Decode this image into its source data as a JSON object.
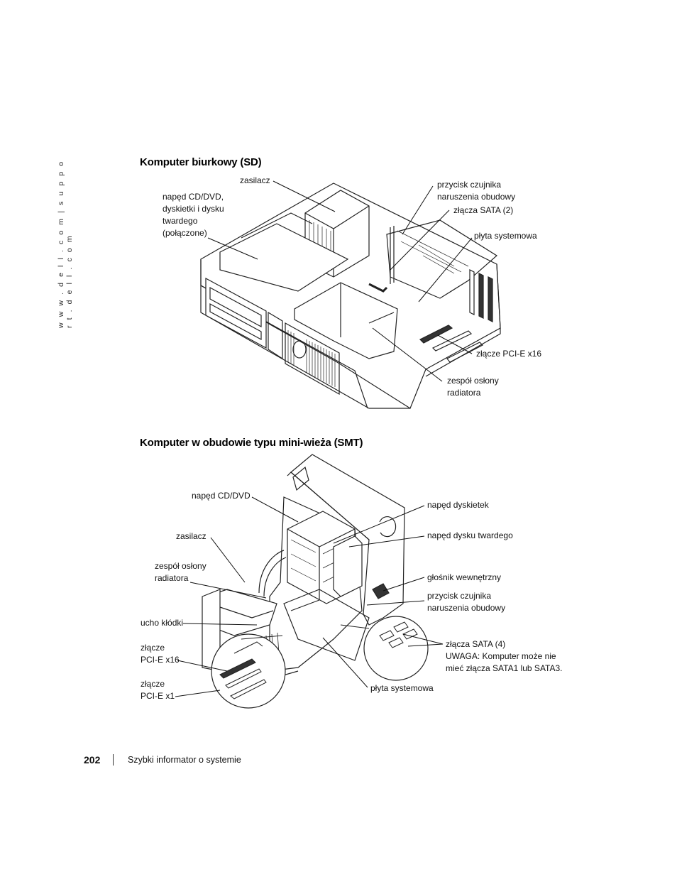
{
  "side_url": "w w w . d e l l . c o m  |  s u p p o r t . d e l l . c o m",
  "sd": {
    "title": "Komputer biurkowy (SD)",
    "labels": {
      "zasilacz": "zasilacz",
      "naped": "napęd CD/DVD,\ndyskietki i dysku\ntwardego\n(połączone)",
      "przycisk": "przycisk czujnika\nnaruszenia obudowy",
      "sata": "złącza SATA (2)",
      "plyta": "płyta systemowa",
      "pcie": "złącze PCI-E x16",
      "zespol": "zespół osłony\nradiatora"
    }
  },
  "smt": {
    "title": "Komputer w obudowie typu mini-wieża (SMT)",
    "labels": {
      "cddvd": "napęd CD/DVD",
      "zasilacz": "zasilacz",
      "zespol": "zespół osłony\nradiatora",
      "ucho": "ucho kłódki",
      "pcie16": "złącze\nPCI-E x16",
      "pcie1": "złącze\nPCI-E x1",
      "dyskietek": "napęd dyskietek",
      "dysk": "napęd dysku twardego",
      "glosnik": "głośnik wewnętrzny",
      "przycisk": "przycisk czujnika\nnaruszenia obudowy",
      "sata4": "złącza SATA (4)\nUWAGA: Komputer może nie\nmieć złącza SATA1 lub SATA3.",
      "plyta": "płyta systemowa"
    }
  },
  "footer": {
    "page_number": "202",
    "text": "Szybki informator o systemie"
  }
}
